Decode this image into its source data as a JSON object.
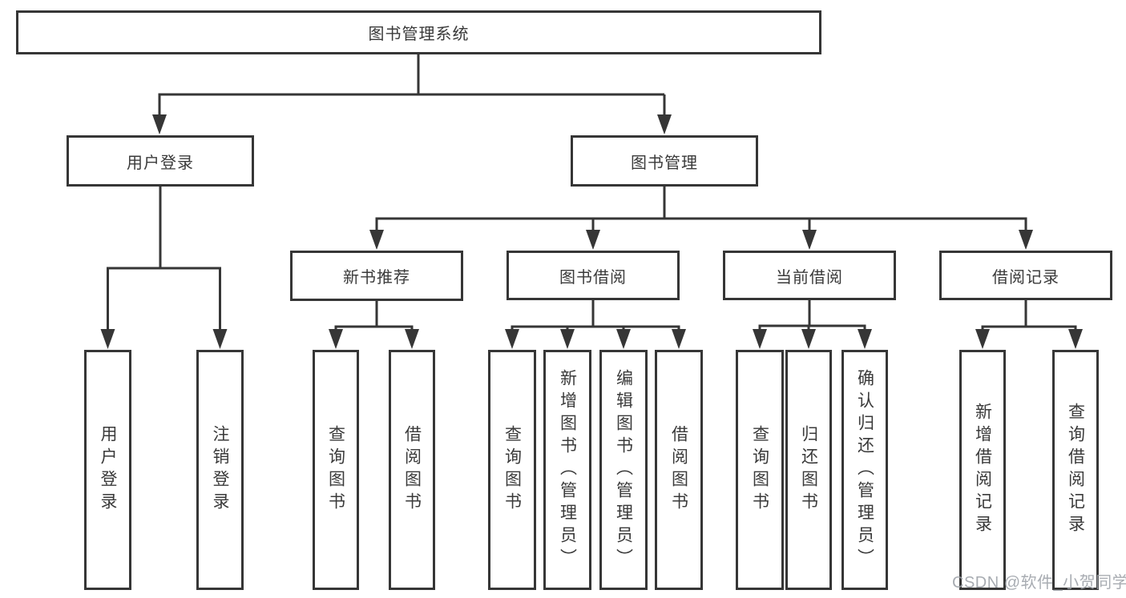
{
  "diagram": {
    "root": "图书管理系统",
    "level2": {
      "user_login": "用户登录",
      "book_mgmt": "图书管理"
    },
    "level3": {
      "new_books": "新书推荐",
      "book_borrow": "图书借阅",
      "current_borrow": "当前借阅",
      "borrow_records": "借阅记录"
    },
    "leaves": {
      "login": "用户登录",
      "logout": "注销登录",
      "nb_query": "查询图书",
      "nb_borrow": "借阅图书",
      "bb_query": "查询图书",
      "bb_add": "新增图书（管理员）",
      "bb_edit": "编辑图书（管理员）",
      "bb_borrow": "借阅图书",
      "cb_query": "查询图书",
      "cb_return": "归还图书",
      "cb_confirm": "确认归还（管理员）",
      "rec_add": "新增借阅记录",
      "rec_query": "查询借阅记录"
    },
    "watermark": "CSDN @软件_小贺同学",
    "colors": {
      "line": "#363636",
      "text": "#3a3a3a",
      "watermark": "#9ea3aa",
      "background": "#ffffff"
    }
  }
}
